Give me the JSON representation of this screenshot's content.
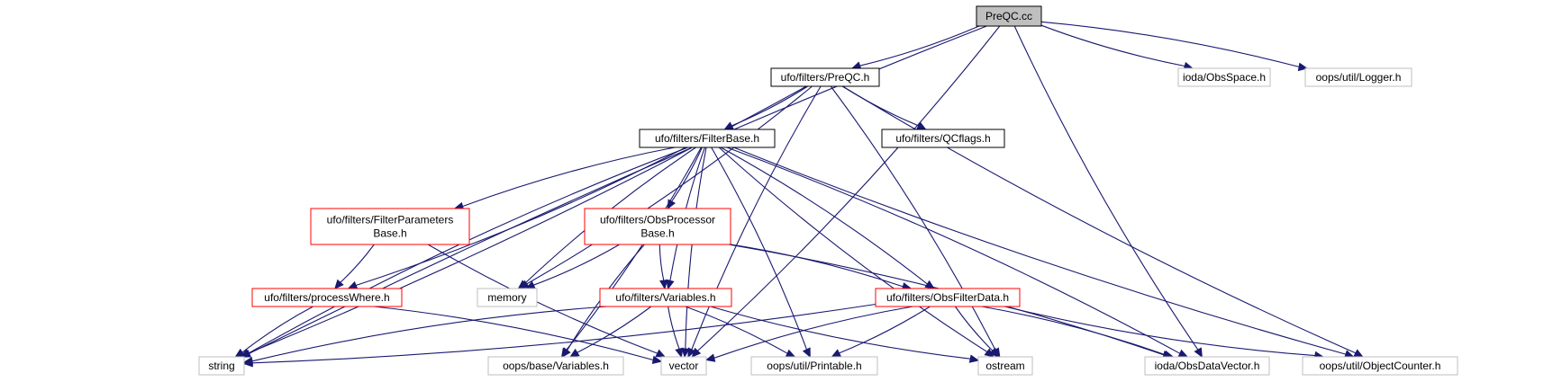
{
  "diagram": {
    "type": "include-dependency-graph",
    "colors": {
      "edge": "#191970",
      "root_fill": "#bfbfbf",
      "root_border": "#000000",
      "documented_border": "#000000",
      "has_more_border": "#ff0000",
      "external_border": "#bfbfbf",
      "node_fill": "#ffffff"
    },
    "nodes": [
      {
        "id": "precqc",
        "label": [
          "PreQC.cc"
        ],
        "kind": "root"
      },
      {
        "id": "prechh",
        "label": [
          "ufo/filters/PreQC.h"
        ],
        "kind": "documented"
      },
      {
        "id": "obsspace",
        "label": [
          "ioda/ObsSpace.h"
        ],
        "kind": "external"
      },
      {
        "id": "logger",
        "label": [
          "oops/util/Logger.h"
        ],
        "kind": "external"
      },
      {
        "id": "filterbase",
        "label": [
          "ufo/filters/FilterBase.h"
        ],
        "kind": "documented"
      },
      {
        "id": "qcflags",
        "label": [
          "ufo/filters/QCflags.h"
        ],
        "kind": "documented"
      },
      {
        "id": "fpb",
        "label": [
          "ufo/filters/FilterParameters",
          "Base.h"
        ],
        "kind": "has_more"
      },
      {
        "id": "opb",
        "label": [
          "ufo/filters/ObsProcessor",
          "Base.h"
        ],
        "kind": "has_more"
      },
      {
        "id": "memory",
        "label": [
          "memory"
        ],
        "kind": "external"
      },
      {
        "id": "processwhere",
        "label": [
          "ufo/filters/processWhere.h"
        ],
        "kind": "has_more"
      },
      {
        "id": "variables",
        "label": [
          "ufo/filters/Variables.h"
        ],
        "kind": "has_more"
      },
      {
        "id": "obsfilterdata",
        "label": [
          "ufo/filters/ObsFilterData.h"
        ],
        "kind": "has_more"
      },
      {
        "id": "string",
        "label": [
          "string"
        ],
        "kind": "external"
      },
      {
        "id": "basevars",
        "label": [
          "oops/base/Variables.h"
        ],
        "kind": "external"
      },
      {
        "id": "vector",
        "label": [
          "vector"
        ],
        "kind": "external"
      },
      {
        "id": "printable",
        "label": [
          "oops/util/Printable.h"
        ],
        "kind": "external"
      },
      {
        "id": "ostream",
        "label": [
          "ostream"
        ],
        "kind": "external"
      },
      {
        "id": "obsdatavector",
        "label": [
          "ioda/ObsDataVector.h"
        ],
        "kind": "external"
      },
      {
        "id": "objectcounter",
        "label": [
          "oops/util/ObjectCounter.h"
        ],
        "kind": "external"
      }
    ],
    "edges": [
      [
        "precqc",
        "prechh"
      ],
      [
        "precqc",
        "obsspace"
      ],
      [
        "precqc",
        "logger"
      ],
      [
        "precqc",
        "string"
      ],
      [
        "precqc",
        "vector"
      ],
      [
        "precqc",
        "obsdatavector"
      ],
      [
        "prechh",
        "filterbase"
      ],
      [
        "prechh",
        "qcflags"
      ],
      [
        "prechh",
        "string"
      ],
      [
        "prechh",
        "vector"
      ],
      [
        "prechh",
        "ostream"
      ],
      [
        "prechh",
        "objectcounter"
      ],
      [
        "prechh",
        "memory"
      ],
      [
        "filterbase",
        "fpb"
      ],
      [
        "filterbase",
        "opb"
      ],
      [
        "filterbase",
        "memory"
      ],
      [
        "filterbase",
        "processwhere"
      ],
      [
        "filterbase",
        "variables"
      ],
      [
        "filterbase",
        "obsfilterdata"
      ],
      [
        "filterbase",
        "string"
      ],
      [
        "filterbase",
        "basevars"
      ],
      [
        "filterbase",
        "vector"
      ],
      [
        "filterbase",
        "printable"
      ],
      [
        "filterbase",
        "ostream"
      ],
      [
        "filterbase",
        "obsdatavector"
      ],
      [
        "filterbase",
        "objectcounter"
      ],
      [
        "fpb",
        "processwhere"
      ],
      [
        "fpb",
        "vector"
      ],
      [
        "opb",
        "memory"
      ],
      [
        "opb",
        "variables"
      ],
      [
        "opb",
        "obsfilterdata"
      ],
      [
        "opb",
        "basevars"
      ],
      [
        "opb",
        "obsdatavector"
      ],
      [
        "processwhere",
        "string"
      ],
      [
        "processwhere",
        "vector"
      ],
      [
        "variables",
        "string"
      ],
      [
        "variables",
        "basevars"
      ],
      [
        "variables",
        "vector"
      ],
      [
        "variables",
        "printable"
      ],
      [
        "variables",
        "ostream"
      ],
      [
        "obsfilterdata",
        "string"
      ],
      [
        "obsfilterdata",
        "vector"
      ],
      [
        "obsfilterdata",
        "printable"
      ],
      [
        "obsfilterdata",
        "ostream"
      ],
      [
        "obsfilterdata",
        "obsdatavector"
      ],
      [
        "obsfilterdata",
        "objectcounter"
      ]
    ]
  }
}
